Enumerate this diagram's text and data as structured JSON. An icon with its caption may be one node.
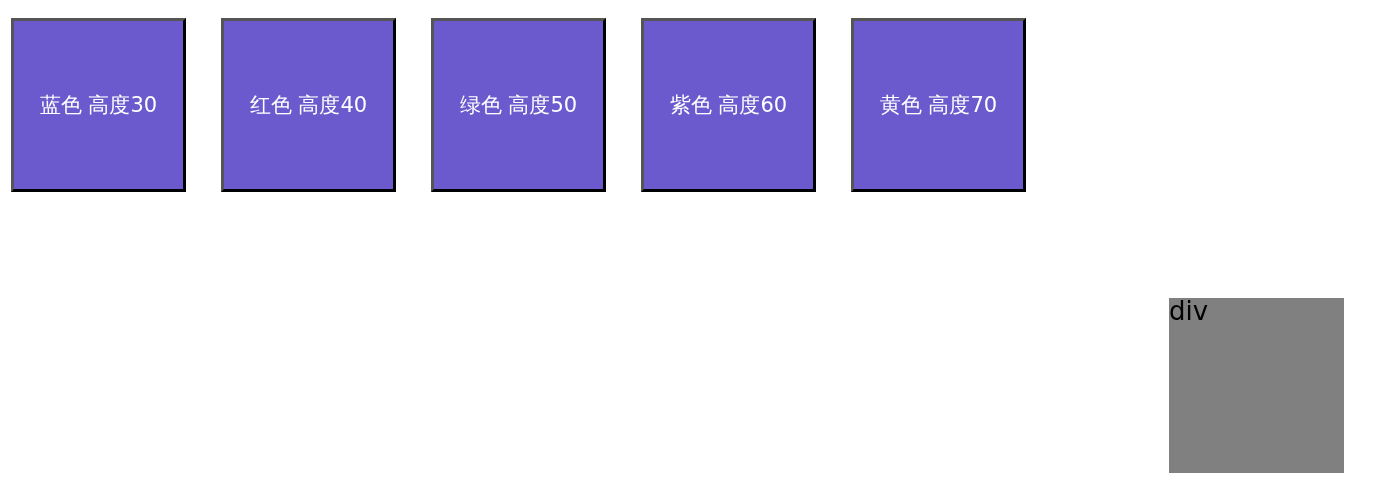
{
  "diagram": {
    "nodes": [
      {
        "text": [
          "蓝色 高度30"
        ]
      },
      {
        "text": [
          "红色 高度40"
        ]
      },
      {
        "text": [
          "绿色 高度50"
        ]
      },
      {
        "text": [
          "紫色 高度60"
        ]
      },
      {
        "text": [
          "黄色 高度70"
        ]
      },
      {
        "text": [
          "div"
        ]
      }
    ]
  }
}
